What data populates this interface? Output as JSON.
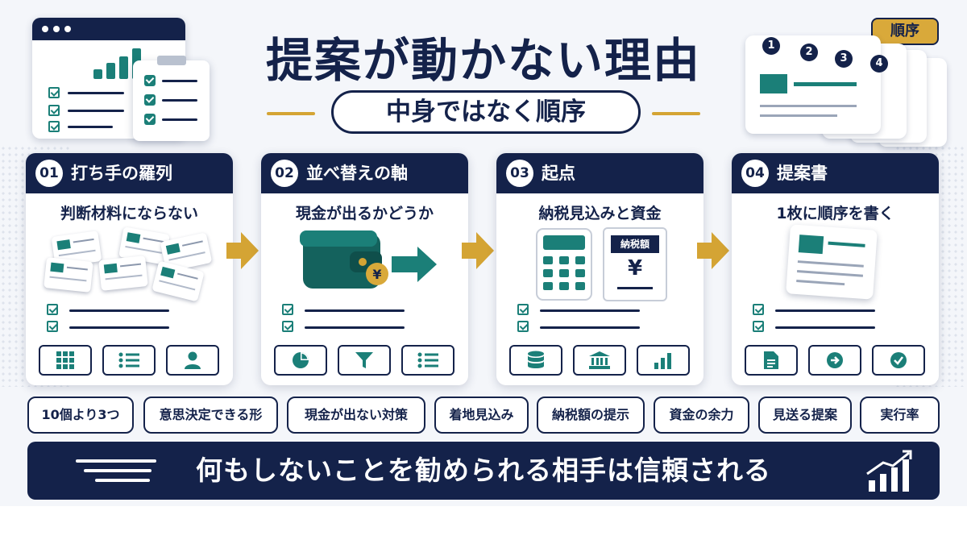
{
  "title": "提案が動かない理由",
  "subtitle": "中身ではなく順序",
  "badge": "順序",
  "deck_numbers": [
    "1",
    "2",
    "3",
    "4"
  ],
  "steps": [
    {
      "num": "01",
      "title": "打ち手の羅列",
      "subtitle": "判断材料にならない"
    },
    {
      "num": "02",
      "title": "並べ替えの軸",
      "subtitle": "現金が出るかどうか"
    },
    {
      "num": "03",
      "title": "起点",
      "subtitle": "納税見込みと資金",
      "doc_label": "納税額",
      "yen": "¥"
    },
    {
      "num": "04",
      "title": "提案書",
      "subtitle": "1枚に順序を書く"
    }
  ],
  "tags": [
    "10個より3つ",
    "意思決定できる形",
    "現金が出ない対策",
    "着地見込み",
    "納税額の提示",
    "資金の余力",
    "見送る提案",
    "実行率"
  ],
  "banner": "何もしないことを勧められる相手は信頼される",
  "colors": {
    "navy": "#14224a",
    "teal": "#1b7f78",
    "gold": "#d4a434",
    "background": "#f4f6fa"
  }
}
